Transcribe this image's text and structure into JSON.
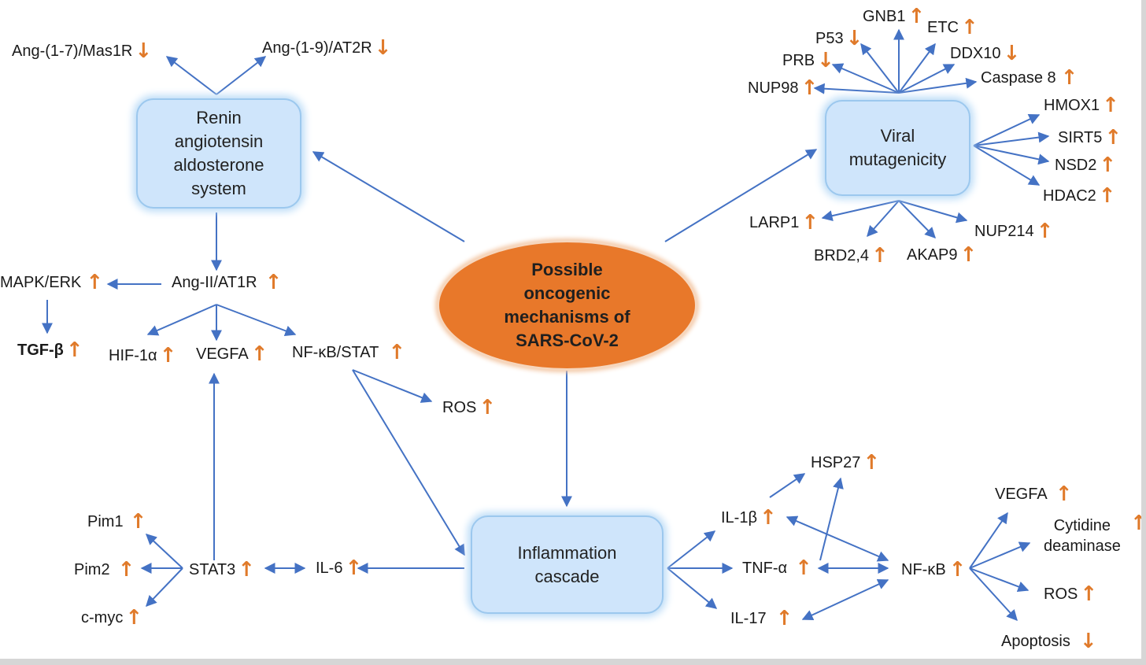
{
  "center": {
    "line1": "Possible",
    "line2": "oncogenic",
    "line3": "mechanisms of",
    "line4": "SARS-CoV-2"
  },
  "boxes": {
    "raas": [
      "Renin",
      "angiotensin",
      "aldosterone",
      "system"
    ],
    "viral": [
      "Viral",
      "mutagenicity"
    ],
    "inflammation": [
      "Inflammation",
      "cascade"
    ]
  },
  "arrow_up": "↑",
  "arrow_down": "↓",
  "colors": {
    "arrow_mark": "#e07a2a",
    "line": "#4472c4",
    "box_fill": "#cfe5fb",
    "oval_fill": "#e8782a"
  },
  "labels": {
    "ang17": "Ang-(1-7)/Mas1R",
    "ang19": "Ang-(1-9)/AT2R",
    "angii": "Ang-II/AT1R",
    "mapk": "MAPK/ERK",
    "tgfb": "TGF-β",
    "hif": "HIF-1α",
    "vegfa_left": "VEGFA",
    "nfkb_stat": "NF-κB/STAT",
    "ros_left": "ROS",
    "pim1": "Pim1",
    "pim2": "Pim2",
    "cmyc": "c-myc",
    "stat3": "STAT3",
    "il6": "IL-6",
    "gnb1": "GNB1",
    "etc": "ETC",
    "p53": "P53",
    "ddx10": "DDX10",
    "prb": "PRB",
    "caspase8": "Caspase 8",
    "nup98": "NUP98",
    "hmox1": "HMOX1",
    "sirt5": "SIRT5",
    "nsd2": "NSD2",
    "hdac2": "HDAC2",
    "larp1": "LARP1",
    "nup214": "NUP214",
    "brd": "BRD2,4",
    "akap9": "AKAP9",
    "hsp27": "HSP27",
    "il1b": "IL-1β",
    "tnfa": "TNF-α",
    "il17": "IL-17",
    "nfkb_right": "NF-κB",
    "vegfa_right": "VEGFA",
    "cytidine_1": "Cytidine",
    "cytidine_2": "deaminase",
    "ros_right": "ROS",
    "apoptosis": "Apoptosis"
  }
}
